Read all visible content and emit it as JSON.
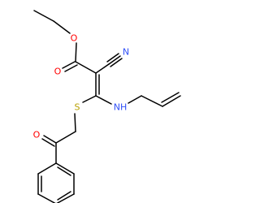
{
  "molecule": {
    "atoms": {
      "O_ester": "O",
      "O_carbonyl_ester": "O",
      "N_nitrile": "N",
      "S": "S",
      "NH": "NH",
      "O_ketone": "O"
    }
  },
  "colors": {
    "bond": "#000000",
    "oxygen": "#ff0000",
    "nitrogen": "#3050f8",
    "sulfur": "#b8a000",
    "background": "#ffffff"
  }
}
